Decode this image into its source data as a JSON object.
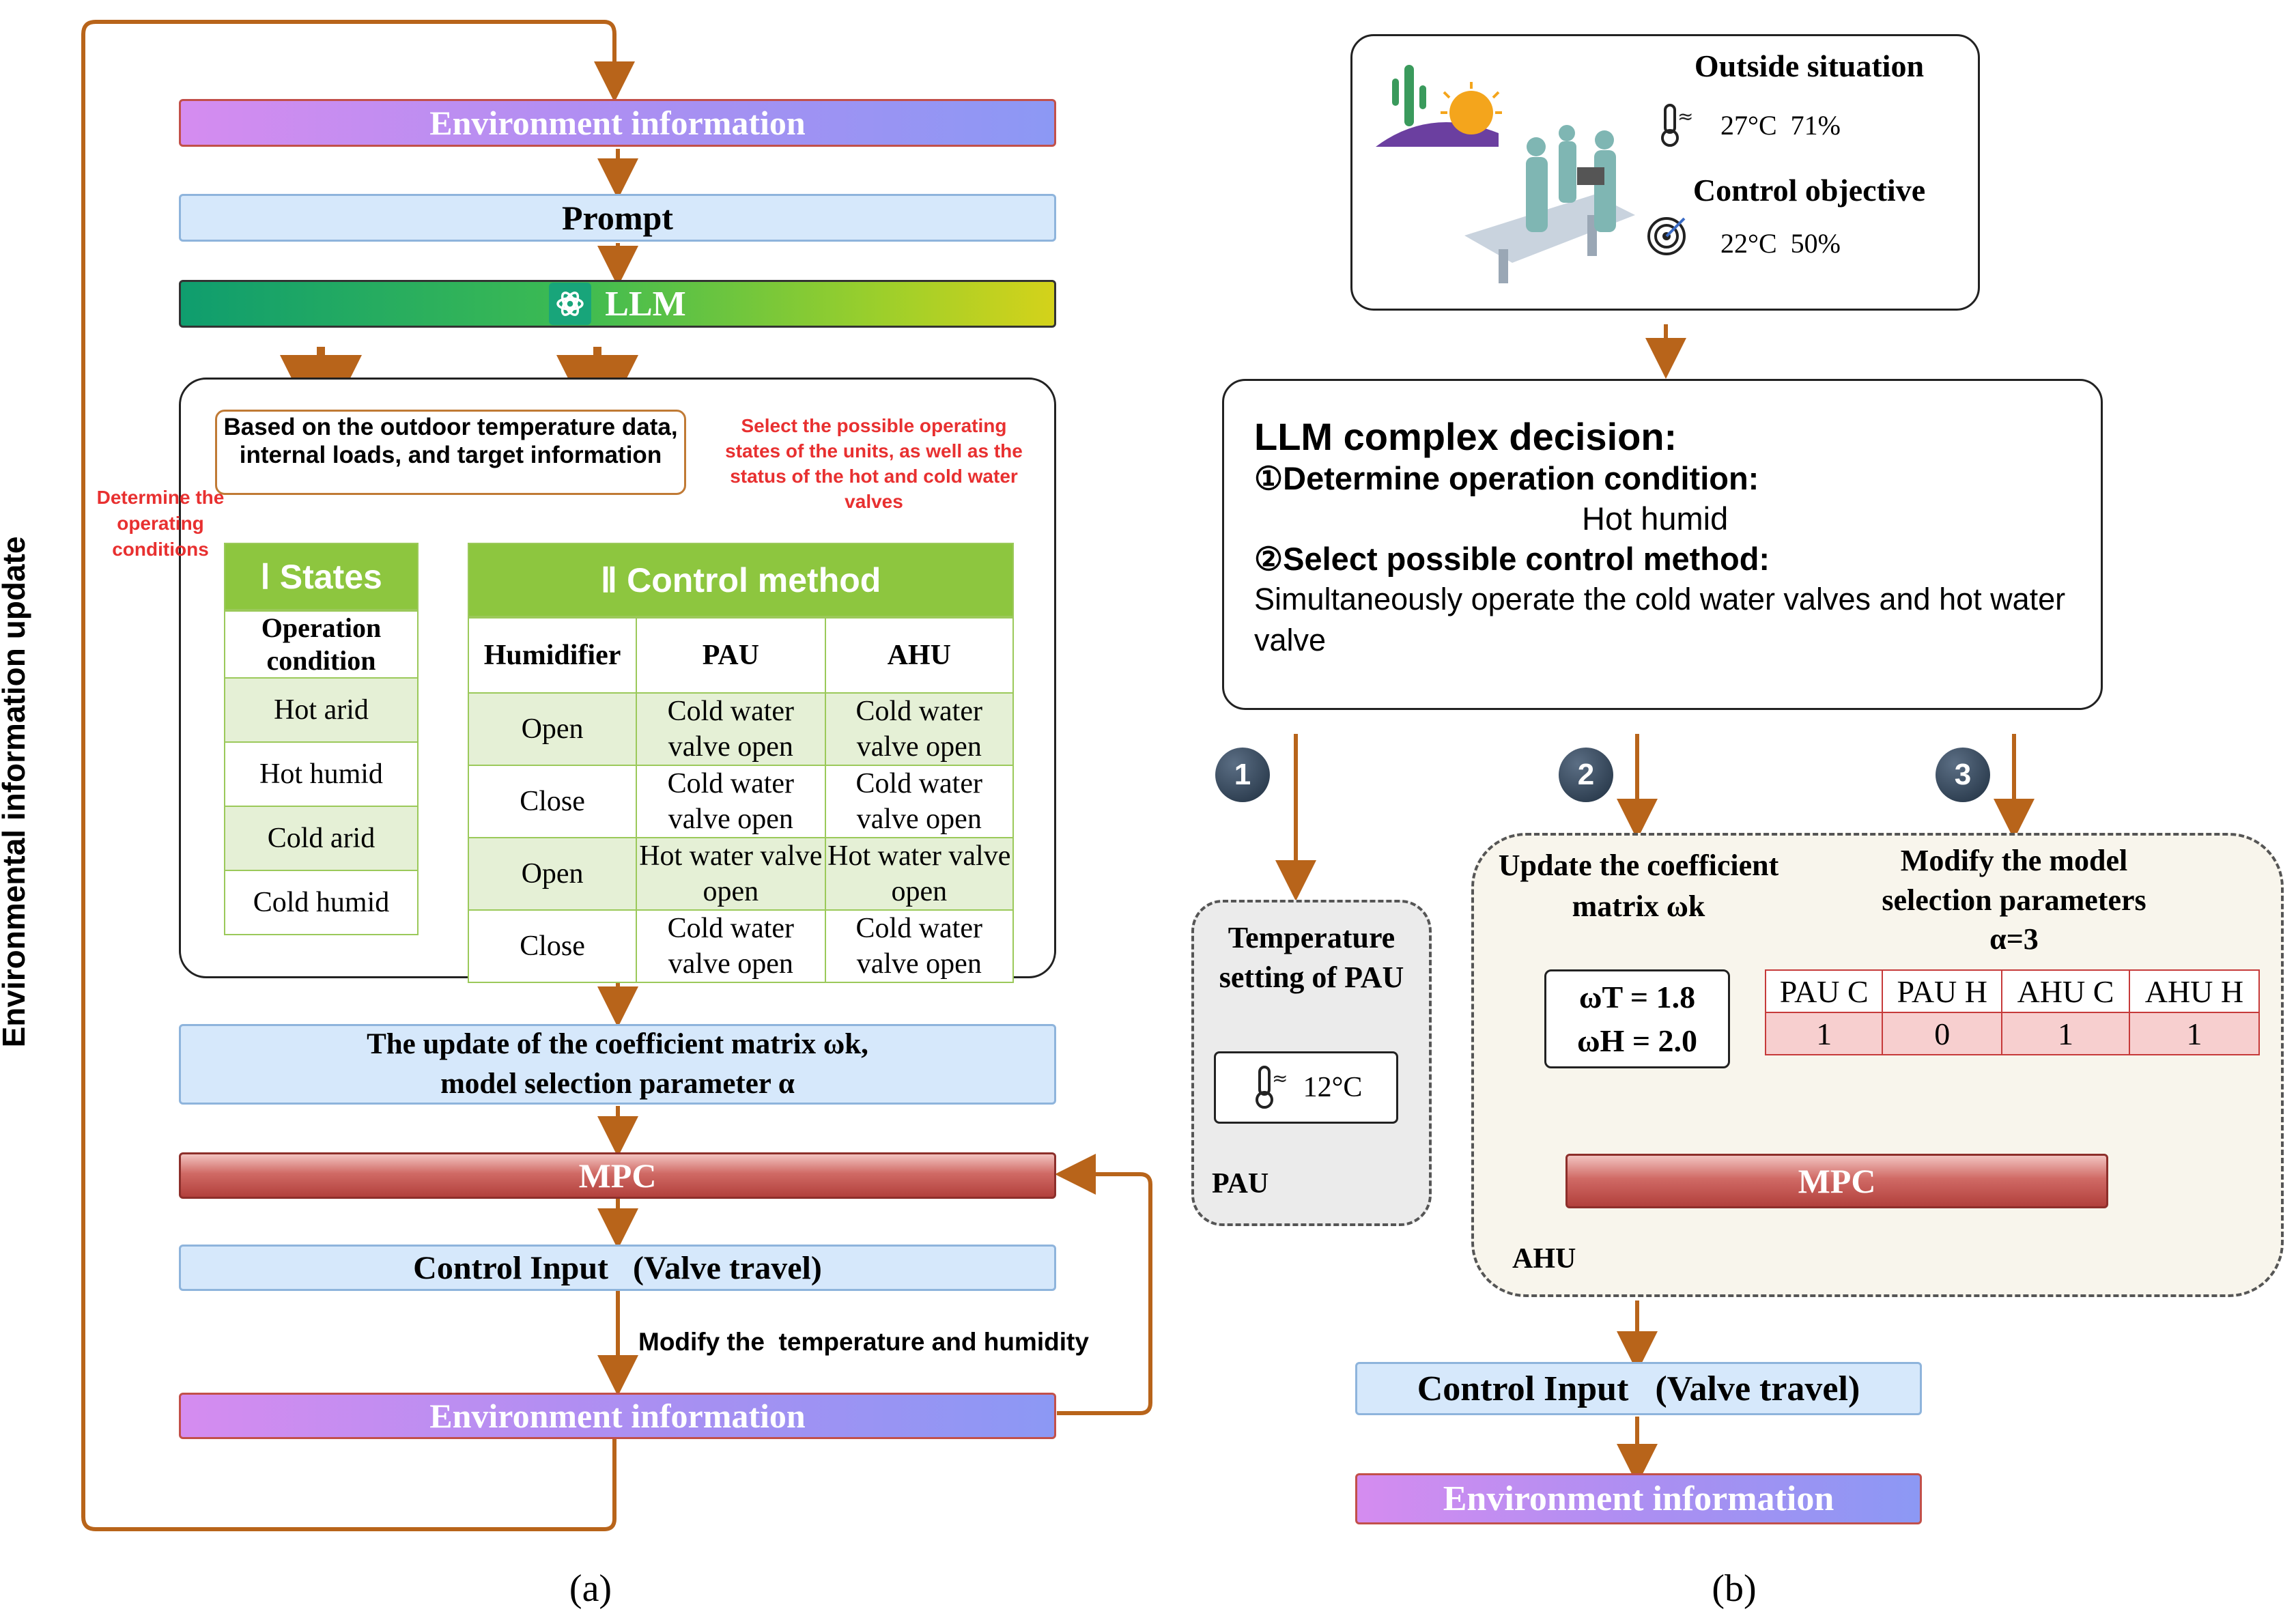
{
  "left": {
    "side_label": "Environmental information update",
    "env_top": "Environment information",
    "prompt": "Prompt",
    "llm": "LLM",
    "based_on": "Based on the outdoor temperature data, internal loads, and target information",
    "determine_note": "Determine the operating conditions",
    "select_note": "Select the possible operating states of the units, as well as the status of the hot and cold water valves",
    "states": {
      "title": "Ⅰ States",
      "header": "Operation condition",
      "rows": [
        "Hot arid",
        "Hot humid",
        "Cold arid",
        "Cold humid"
      ]
    },
    "control_method": {
      "title": "Ⅱ Control method",
      "headers": [
        "Humidifier",
        "PAU",
        "AHU"
      ],
      "rows": [
        [
          "Open",
          "Cold water valve open",
          "Cold water valve open"
        ],
        [
          "Close",
          "Cold water valve open",
          "Cold water valve open"
        ],
        [
          "Open",
          "Hot water valve open",
          "Hot water valve open"
        ],
        [
          "Close",
          "Cold water valve open",
          "Cold water valve open"
        ]
      ]
    },
    "update_line1": "The update of the coefficient matrix ωk,",
    "update_line2": "model selection parameter α",
    "mpc": "MPC",
    "control_input": "Control Input   (Valve travel)",
    "modify_note": "Modify the  temperature and humidity",
    "env_bottom": "Environment information",
    "caption": "(a)"
  },
  "right": {
    "outside_title": "Outside situation",
    "outside_values": "27°C  71%",
    "objective_title": "Control objective",
    "objective_values": "22°C  50%",
    "decision_title": "LLM complex decision:",
    "step1_title": "①Determine operation condition:",
    "step1_value": "Hot humid",
    "step2_title": "②Select possible control method:",
    "step2_value": "Simultaneously operate the cold water valves and hot water valve",
    "badges": [
      "1",
      "2",
      "3"
    ],
    "pau_title": "Temperature setting of PAU",
    "pau_temp": "12°C",
    "pau_label": "PAU",
    "update_matrix": "Update the coefficient matrix ωk",
    "omega_t": "ωT = 1.8",
    "omega_h": "ωH = 2.0",
    "modify_params": "Modify the model selection parameters",
    "alpha": "α=3",
    "param_headers": [
      "PAU C",
      "PAU H",
      "AHU C",
      "AHU H"
    ],
    "param_values": [
      "1",
      "0",
      "1",
      "1"
    ],
    "mpc": "MPC",
    "ahu_label": "AHU",
    "control_input": "Control Input   (Valve travel)",
    "env_info": "Environment information",
    "caption": "(b)"
  },
  "colors": {
    "arrow": "#b8641a",
    "green": "#8dc63f",
    "note_red": "#e83030"
  },
  "icons": [
    "openai-logo-icon",
    "thermometer-icon",
    "target-icon",
    "desert-sun-icon",
    "surgery-scene-icon"
  ]
}
